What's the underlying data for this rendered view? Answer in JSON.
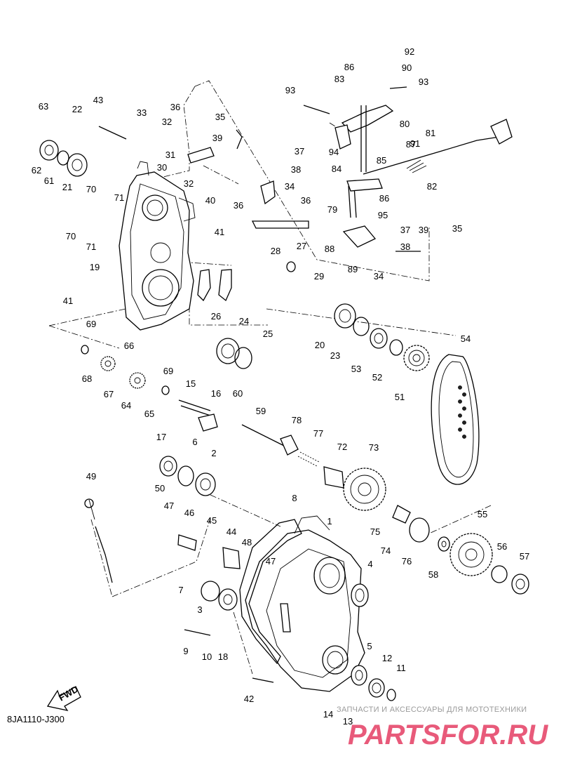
{
  "diagram": {
    "doc_code": "8JA1110-J300",
    "fwd_label": "FWD",
    "watermark": {
      "tagline": "ЗАПЧАСТИ И АКСЕССУАРЫ ДЛЯ МОТОТЕХНИКИ",
      "logo_text": "PARTSFOR.RU",
      "logo_color": "#e85a7a"
    },
    "callouts": [
      "1",
      "2",
      "3",
      "4",
      "5",
      "6",
      "7",
      "8",
      "9",
      "10",
      "11",
      "12",
      "13",
      "14",
      "15",
      "16",
      "17",
      "18",
      "19",
      "20",
      "21",
      "22",
      "23",
      "24",
      "25",
      "26",
      "27",
      "28",
      "29",
      "30",
      "31",
      "32",
      "32",
      "33",
      "34",
      "34",
      "35",
      "35",
      "36",
      "36",
      "36",
      "37",
      "37",
      "38",
      "38",
      "39",
      "39",
      "40",
      "41",
      "41",
      "42",
      "43",
      "44",
      "45",
      "46",
      "47",
      "47",
      "48",
      "49",
      "50",
      "51",
      "52",
      "53",
      "54",
      "55",
      "56",
      "57",
      "58",
      "59",
      "60",
      "61",
      "62",
      "63",
      "64",
      "65",
      "66",
      "67",
      "68",
      "69",
      "69",
      "70",
      "70",
      "71",
      "71",
      "72",
      "73",
      "74",
      "75",
      "76",
      "77",
      "78",
      "79",
      "80",
      "81",
      "82",
      "83",
      "84",
      "85",
      "86",
      "86",
      "87",
      "88",
      "89",
      "90",
      "91",
      "92",
      "93",
      "93",
      "94",
      "95"
    ]
  }
}
